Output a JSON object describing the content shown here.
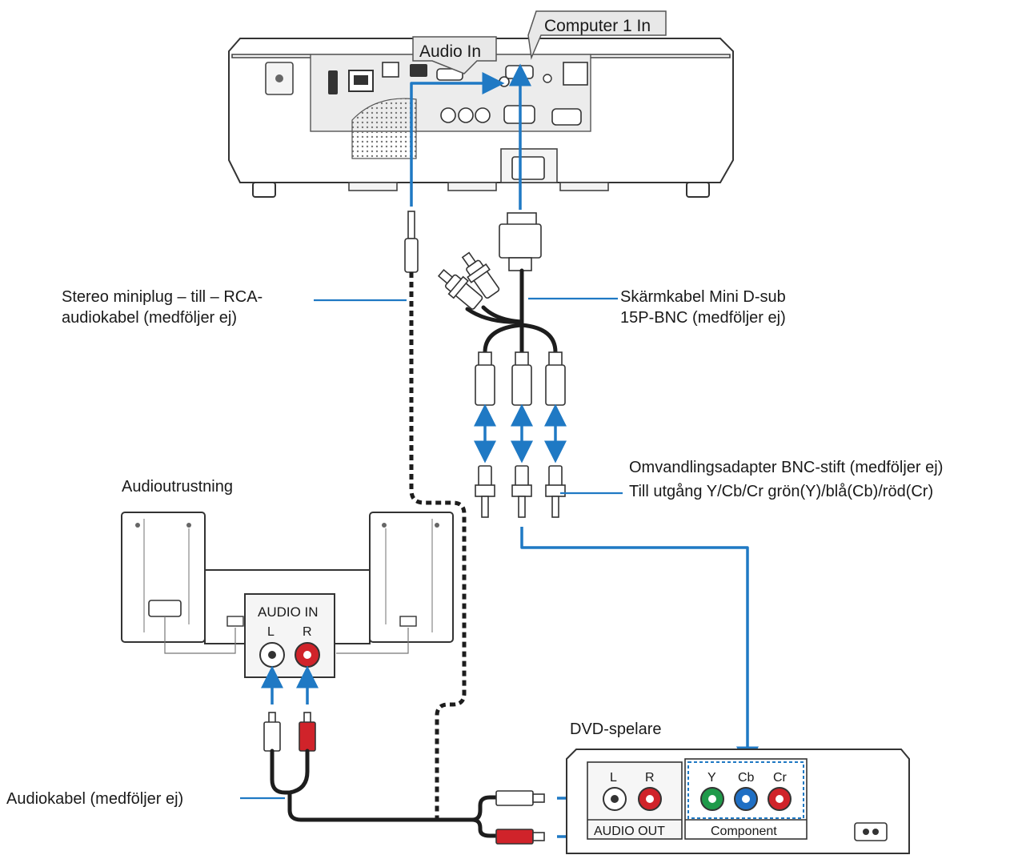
{
  "projector": {
    "computer_in_label": "Computer 1 In",
    "audio_in_label": "Audio In"
  },
  "cables": {
    "stereo_miniplug": [
      "Stereo miniplug – till – RCA-",
      "audiokabel (medföljer ej)"
    ],
    "monitor_cable": [
      "Skärmkabel Mini D-sub",
      "15P-BNC (medföljer ej)"
    ],
    "bnc_adapter": [
      "Omvandlingsadapter BNC-stift (medföljer ej)",
      "Till utgång Y/Cb/Cr grön(Y)/blå(Cb)/röd(Cr)"
    ],
    "audio_cable": "Audiokabel (medföljer ej)"
  },
  "audio_equipment": {
    "title": "Audioutrustning",
    "panel_label": "AUDIO IN",
    "left": "L",
    "right": "R"
  },
  "dvd_player": {
    "title": "DVD-spelare",
    "left": "L",
    "right": "R",
    "y": "Y",
    "cb": "Cb",
    "cr": "Cr",
    "audio_out_label": "AUDIO OUT",
    "component_label": "Component"
  },
  "colors": {
    "arrow": "#1f79c4",
    "jack_red": "#d0232a",
    "jack_green": "#1f9a4a",
    "jack_blue": "#1f6fc4"
  }
}
